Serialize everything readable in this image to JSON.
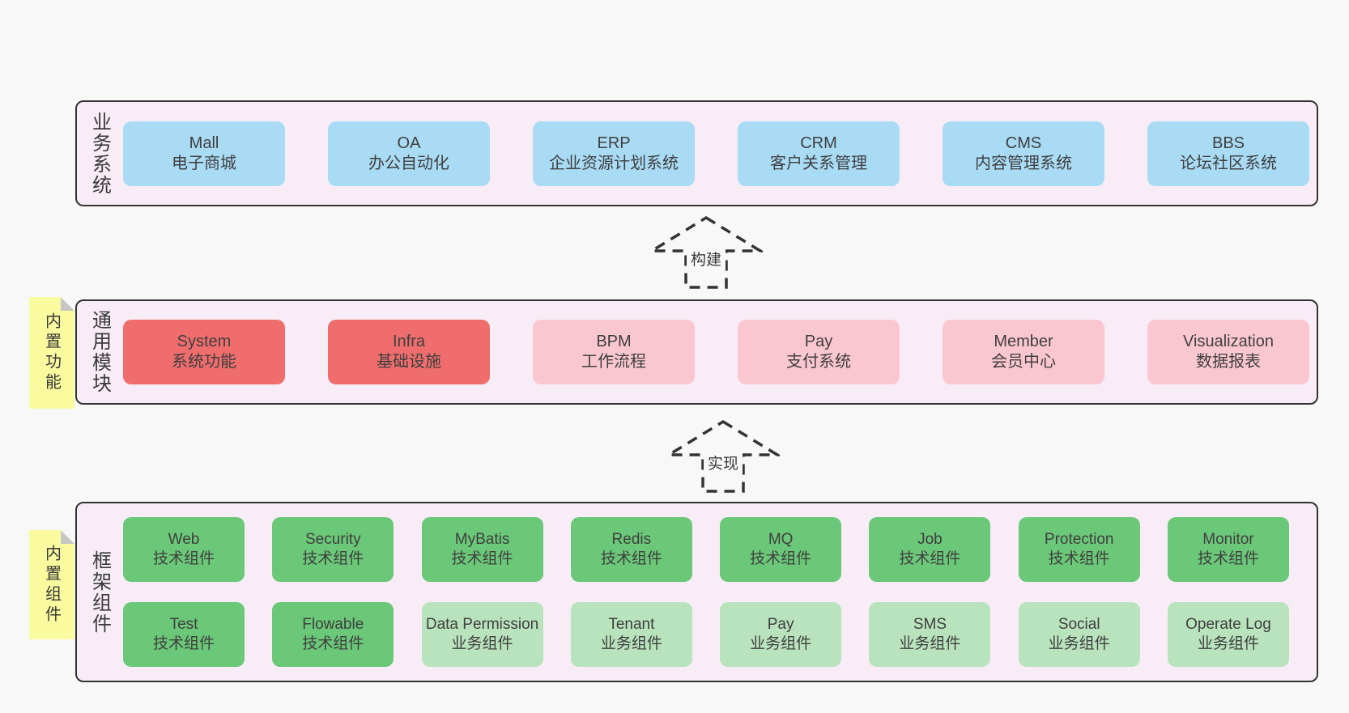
{
  "sections": [
    {
      "label": "业务系统",
      "rows": [
        [
          {
            "en": "Mall",
            "zh": "电子商城",
            "type": "blue"
          },
          {
            "en": "OA",
            "zh": "办公自动化",
            "type": "blue"
          },
          {
            "en": "ERP",
            "zh": "企业资源计划系统",
            "type": "blue"
          },
          {
            "en": "CRM",
            "zh": "客户关系管理",
            "type": "blue"
          },
          {
            "en": "CMS",
            "zh": "内容管理系统",
            "type": "blue"
          },
          {
            "en": "BBS",
            "zh": "论坛社区系统",
            "type": "blue"
          }
        ]
      ]
    },
    {
      "label": "通用模块",
      "sticky": "内置功能",
      "rows": [
        [
          {
            "en": "System",
            "zh": "系统功能",
            "type": "red"
          },
          {
            "en": "Infra",
            "zh": "基础设施",
            "type": "red"
          },
          {
            "en": "BPM",
            "zh": "工作流程",
            "type": "pink"
          },
          {
            "en": "Pay",
            "zh": "支付系统",
            "type": "pink"
          },
          {
            "en": "Member",
            "zh": "会员中心",
            "type": "pink"
          },
          {
            "en": "Visualization",
            "zh": "数据报表",
            "type": "pink"
          }
        ]
      ]
    },
    {
      "label": "框架组件",
      "sticky": "内置组件",
      "rows": [
        [
          {
            "en": "Web",
            "zh": "技术组件",
            "type": "green"
          },
          {
            "en": "Security",
            "zh": "技术组件",
            "type": "green"
          },
          {
            "en": "MyBatis",
            "zh": "技术组件",
            "type": "green"
          },
          {
            "en": "Redis",
            "zh": "技术组件",
            "type": "green"
          },
          {
            "en": "MQ",
            "zh": "技术组件",
            "type": "green"
          },
          {
            "en": "Job",
            "zh": "技术组件",
            "type": "green"
          },
          {
            "en": "Protection",
            "zh": "技术组件",
            "type": "green"
          },
          {
            "en": "Monitor",
            "zh": "技术组件",
            "type": "green"
          }
        ],
        [
          {
            "en": "Test",
            "zh": "技术组件",
            "type": "green"
          },
          {
            "en": "Flowable",
            "zh": "技术组件",
            "type": "green"
          },
          {
            "en": "Data Permission",
            "zh": "业务组件",
            "type": "green-light"
          },
          {
            "en": "Tenant",
            "zh": "业务组件",
            "type": "green-light"
          },
          {
            "en": "Pay",
            "zh": "业务组件",
            "type": "green-light"
          },
          {
            "en": "SMS",
            "zh": "业务组件",
            "type": "green-light"
          },
          {
            "en": "Social",
            "zh": "业务组件",
            "type": "green-light"
          },
          {
            "en": "Operate Log",
            "zh": "业务组件",
            "type": "green-light"
          }
        ]
      ]
    }
  ],
  "arrows": [
    {
      "label": "构建"
    },
    {
      "label": "实现"
    }
  ],
  "colors": {
    "page_bg": "#f8f8f8",
    "panel_bg": "#f8edf7",
    "panel_border": "#333333",
    "box_blue": "#a9dbf5",
    "box_red": "#f06d6d",
    "box_pink": "#fac7d1",
    "box_green": "#6bc878",
    "box_green_light": "#b9e3bd",
    "sticky_bg": "#fafa9e",
    "sticky_fold": "#c6c6c6",
    "text": "#3c3c3c"
  }
}
